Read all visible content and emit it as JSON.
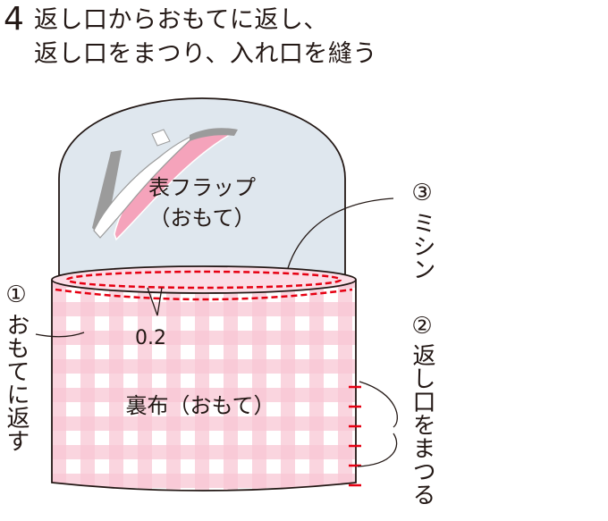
{
  "step": {
    "number": "4",
    "title_line1": "返し口からおもてに返し、",
    "title_line2": "返し口をまつり、入れ口を縫う"
  },
  "labels": {
    "flap_line1": "表フラップ",
    "flap_line2": "（おもて）",
    "lining": "裏布（おもて）",
    "measurement": "0.2"
  },
  "steps": [
    {
      "marker": "①",
      "text": "おもてに返す"
    },
    {
      "marker": "②",
      "text": "返し口をまつる"
    },
    {
      "marker": "③",
      "text": "ミシン"
    }
  ],
  "colors": {
    "stitch": "#e60012",
    "check": "#f8c6d4",
    "check_dark": "#f29bb5",
    "flap_fill": "#dfe7ee",
    "outline": "#231815",
    "shoe_pink": "#f5a3bb",
    "shoe_gray": "#9b9b9b"
  }
}
